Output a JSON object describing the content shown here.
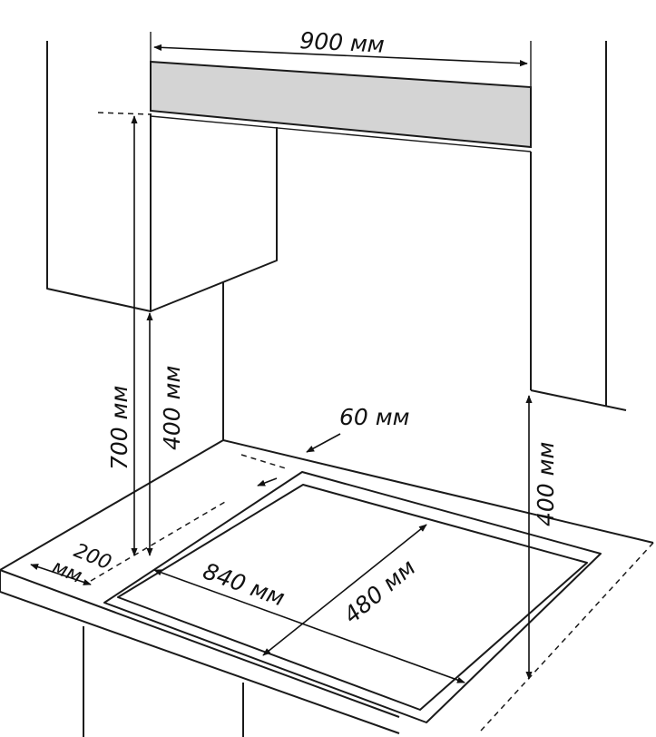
{
  "labels": {
    "width_hood": "900 мм",
    "height_total": "700 мм",
    "height_cabinet": "400 мм",
    "height_right": "400 мм",
    "gap_back": "60 мм",
    "hob_width": "840 мм",
    "hob_depth": "480 мм",
    "side_gap_value": "200",
    "side_gap_unit": "мм"
  },
  "colors": {
    "line": "#1a1a1a",
    "hood_fill": "#d4d4d4",
    "background": "#ffffff"
  }
}
